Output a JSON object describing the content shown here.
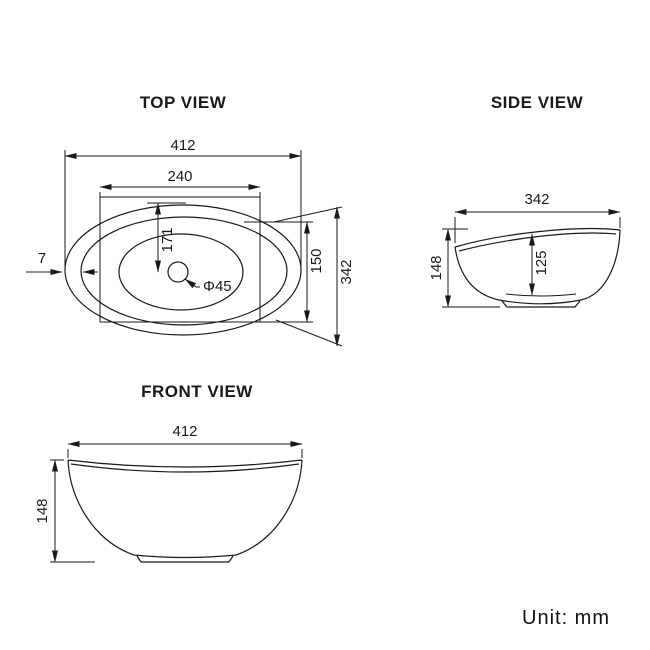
{
  "unit_label": "Unit: mm",
  "drawing": {
    "line_color": "#1a1a1a",
    "background": "#ffffff"
  },
  "views": {
    "top": {
      "title": "TOP VIEW",
      "dims": {
        "outer_width": "412",
        "basin_width": "240",
        "center_to_top": "171",
        "drain_diameter": "Φ45",
        "rim_thickness": "7",
        "basin_height": "150",
        "outer_height": "342"
      }
    },
    "side": {
      "title": "SIDE VIEW",
      "dims": {
        "width": "342",
        "height": "148",
        "inner_depth": "125"
      }
    },
    "front": {
      "title": "FRONT VIEW",
      "dims": {
        "width": "412",
        "height": "148"
      }
    }
  }
}
